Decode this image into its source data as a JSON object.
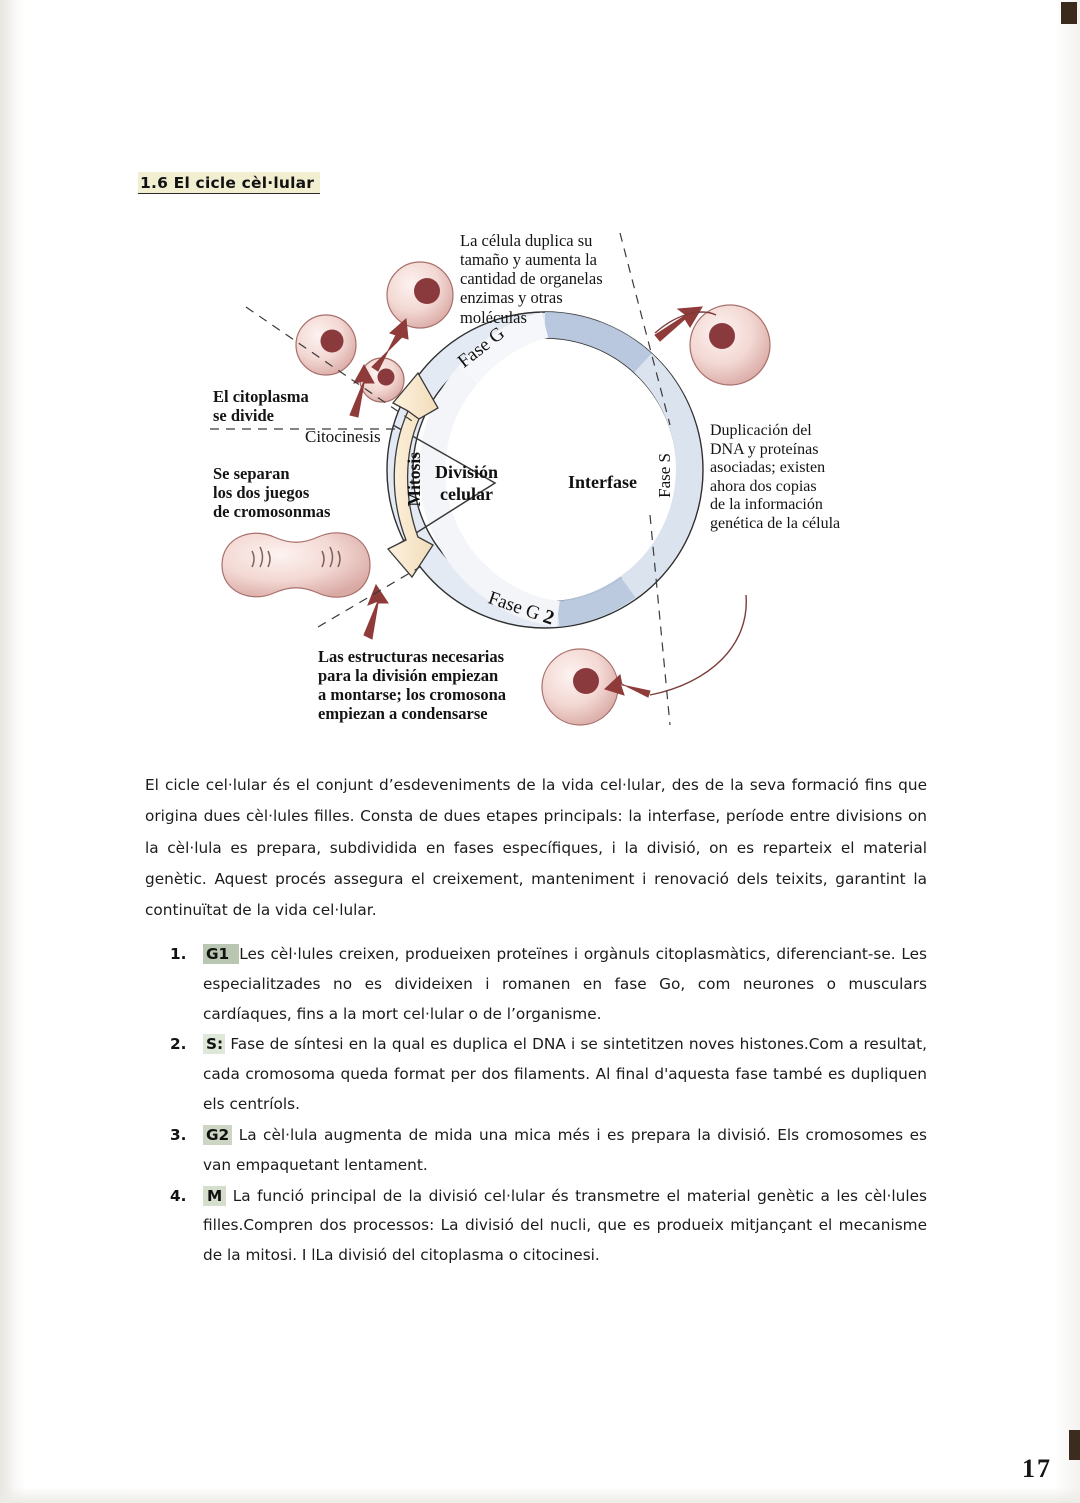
{
  "document": {
    "heading": "1.6  El cicle cèl·lular",
    "page_number": "17"
  },
  "diagram": {
    "title": "cell-cycle-diagram",
    "labels": {
      "top": "La célula duplica su\ntamaño y aumenta la\ncantidad de organelas\nenzimas y otras\nmoléculas",
      "left_cytoplasm": "El citoplasma\nse divide",
      "left_chromosomes": "Se separan\nlos dos juegos\nde cromosonmas",
      "cytokinesis": "Citocinesis",
      "right": "Duplicación del\nDNA y proteínas\nasociadas; existen\nahora dos copias\nde la información\ngenética de la célula",
      "bottom": "Las estructuras necesarias\npara la división empiezan\na montarse; los cromosona\nempiezan a condensarse",
      "interphase": "Interfase",
      "cell_division": "División\ncelular",
      "phase_g1": "Fase G",
      "phase_g2_main": "Fase G",
      "phase_g2_sub": "2",
      "phase_s": "Fase S",
      "mitosis": "Mitosis"
    },
    "colors": {
      "cell_body": "#f0cfca",
      "cell_nucleus": "#8a3a3d",
      "interphase_ring": "#dde4ef",
      "ring_segment": "#b9c8de",
      "mitosis_arrow": "#f7e3c3",
      "arrow_dark_red": "#8e3b3a",
      "outline": "#2b2b2b"
    }
  },
  "content": {
    "paragraph": "El cicle cel·lular és el conjunt d’esdeveniments de la vida cel·lular, des de la seva formació fins que origina dues cèl·lules filles. Consta de dues etapes principals: la interfase, període entre divisions on la cèl·lula es prepara, subdividida en fases específiques, i la divisió, on es reparteix el material genètic. Aquest procés assegura el creixement, manteniment i renovació dels teixits, garantint la continuïtat de la vida cel·lular.",
    "list": [
      {
        "number": "1.",
        "tag": "G1",
        "text": "Les cèl·lules creixen, produeixen proteïnes i orgànuls citoplasmàtics, diferenciant-se. Les especialitzades no es divideixen i romanen en fase Go, com neurones o musculars cardíaques, fins a la mort cel·lular o de l’organisme."
      },
      {
        "number": "2.",
        "tag": "S:",
        "text": "Fase de síntesi en la qual es duplica el DNA i se sintetitzen noves histones.Com a resultat, cada cromosoma queda format per dos filaments. Al final d'aquesta fase també es dupliquen els centríols."
      },
      {
        "number": "3.",
        "tag": "G2",
        "text": "La cèl·lula augmenta de mida una mica més i es prepara la divisió. Els cromosomes es van empaquetant lentament."
      },
      {
        "number": "4.",
        "tag": "M",
        "text": "La funció principal de la divisió cel·lular és transmetre el material genètic a les cèl·lules filles.Compren dos processos:   La divisió del nucli, que es produeix mitjançant el mecanisme de la mitosi. I lLa divisió del citoplasma o citocinesi."
      }
    ]
  }
}
